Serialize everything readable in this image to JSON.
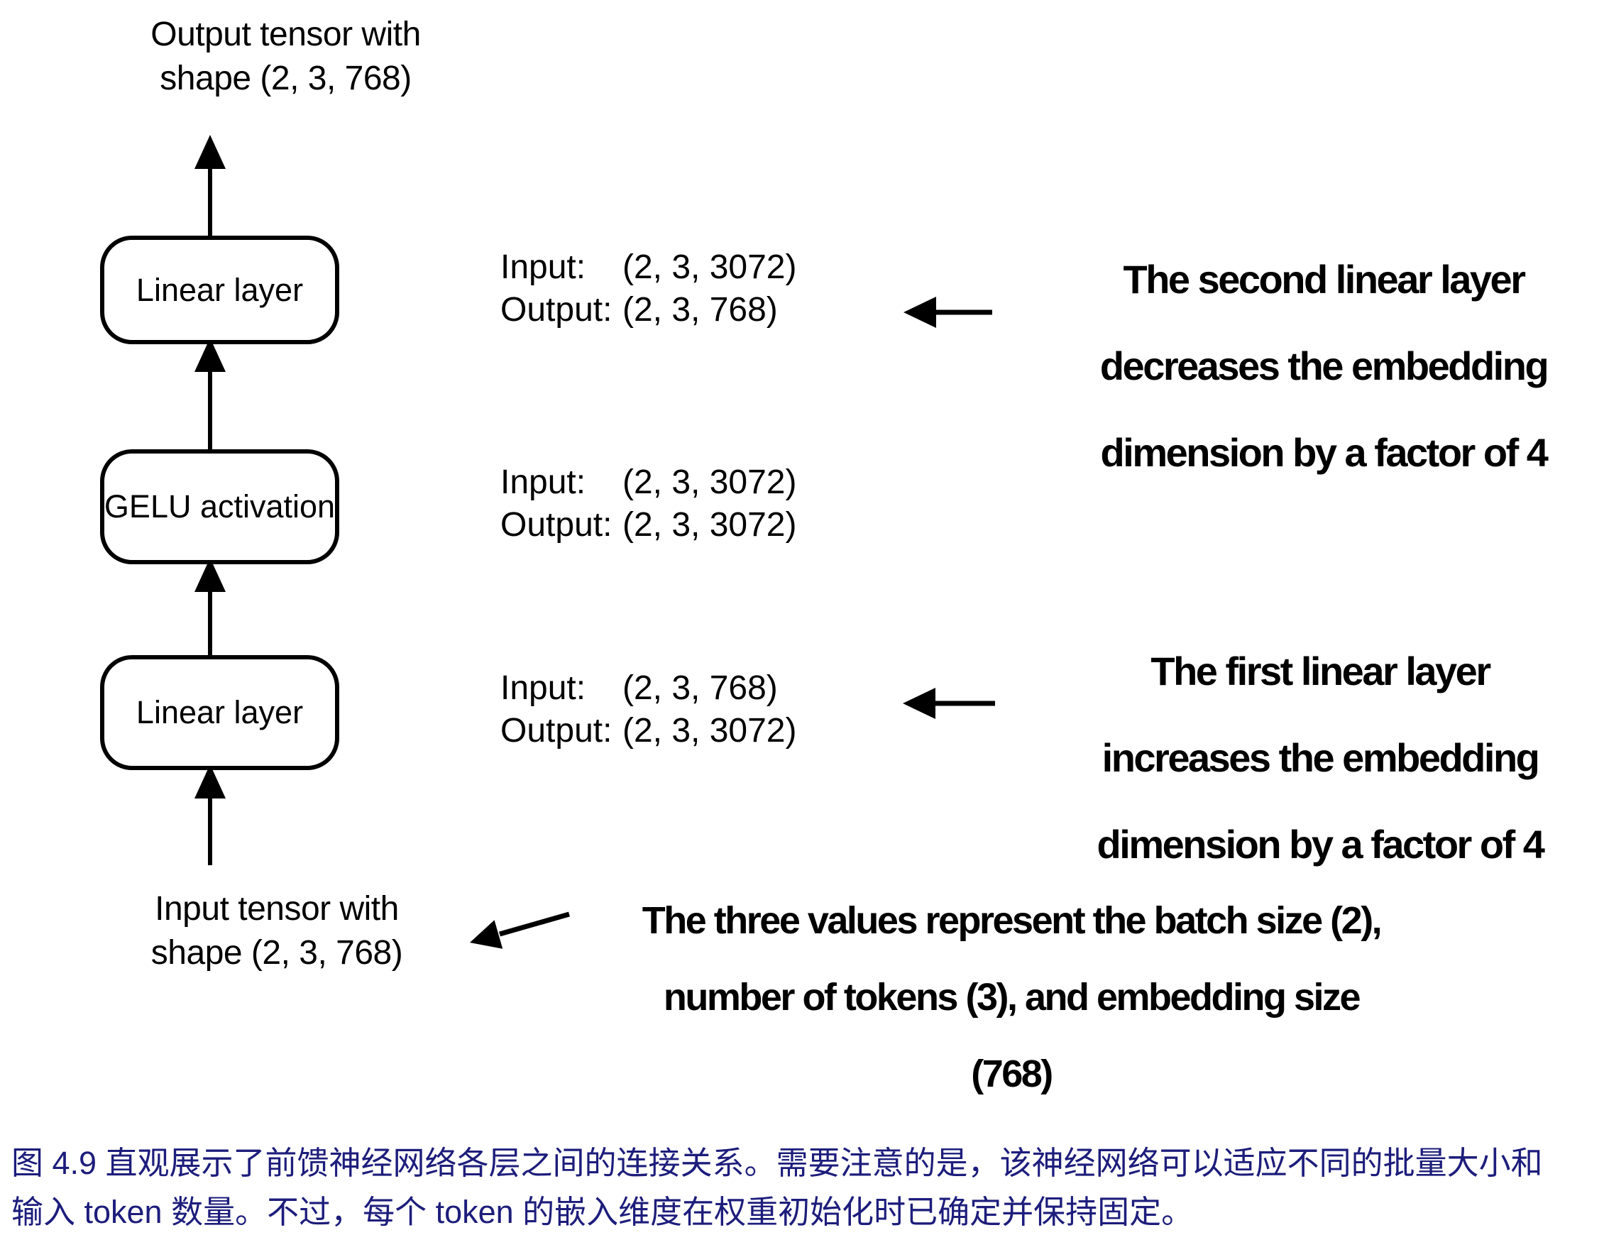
{
  "figure": {
    "tensors": {
      "output": {
        "line1": "Output tensor with",
        "line2": "shape (2, 3, 768)"
      },
      "input": {
        "line1": "Input tensor with",
        "line2": "shape (2, 3, 768)"
      }
    },
    "boxes": [
      {
        "label": "Linear layer",
        "io": {
          "input_label": "Input:",
          "input_value": "(2, 3, 3072)",
          "output_label": "Output:",
          "output_value": "(2, 3, 768)"
        }
      },
      {
        "label": "GELU activation",
        "io": {
          "input_label": "Input:",
          "input_value": "(2, 3, 3072)",
          "output_label": "Output:",
          "output_value": "(2, 3, 3072)"
        }
      },
      {
        "label": "Linear layer",
        "io": {
          "input_label": "Input:",
          "input_value": "(2, 3, 768)",
          "output_label": "Output:",
          "output_value": "(2, 3, 3072)"
        }
      }
    ],
    "annotations": [
      {
        "lines": [
          "The second linear layer",
          "decreases the embedding",
          "dimension by a factor of 4"
        ]
      },
      {
        "lines": [
          "The first linear layer",
          "increases the embedding",
          "dimension by a factor of 4"
        ]
      },
      {
        "lines": [
          "The three values represent the batch size (2),",
          "number of tokens (3), and embedding size",
          "(768)"
        ]
      }
    ]
  },
  "caption": {
    "line1": "图 4.9 直观展示了前馈神经网络各层之间的连接关系。需要注意的是，该神经网络可以适应不同的批量大小和",
    "line2": "输入 token 数量。不过，每个 token 的嵌入维度在权重初始化时已确定并保持固定。"
  },
  "colors": {
    "diagram_ink": "#000000",
    "caption_text": "#1d1d7c",
    "background": "#ffffff"
  }
}
